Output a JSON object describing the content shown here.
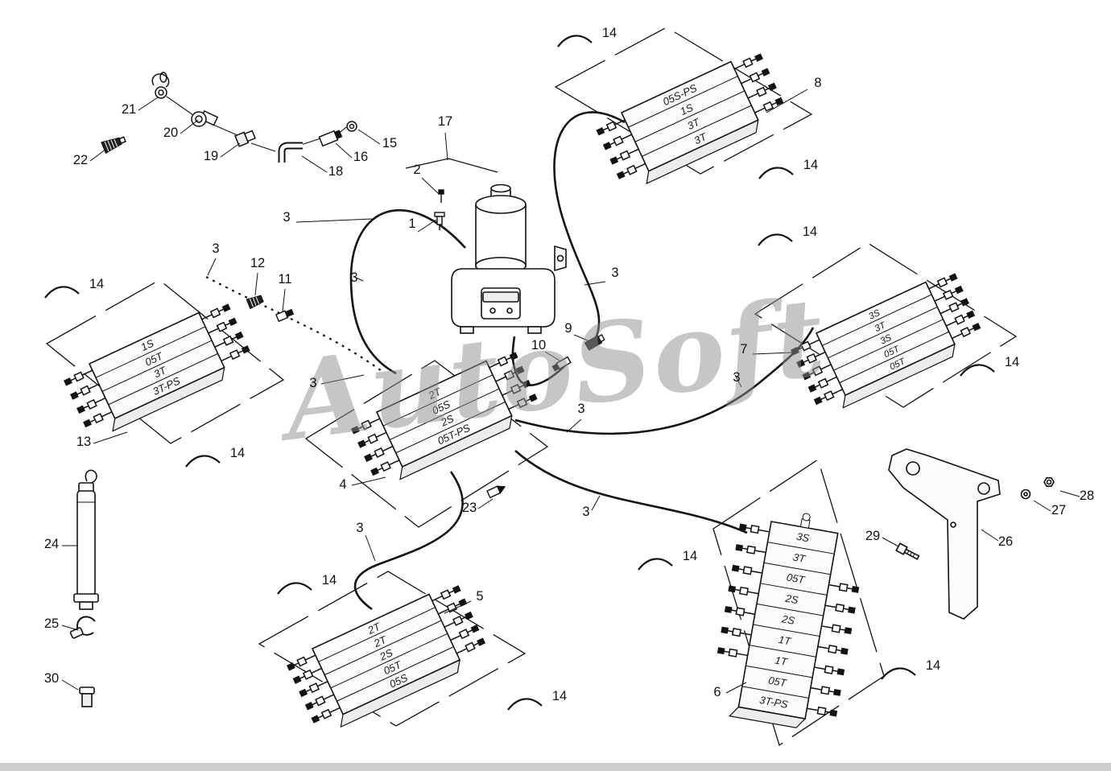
{
  "watermark": {
    "text": "AutoSoft",
    "color": "#8e8e8e"
  },
  "blocks": {
    "block8": {
      "labels": [
        "05S-PS",
        "1S",
        "3T",
        "3T"
      ]
    },
    "block7": {
      "labels": [
        "3S",
        "3T",
        "3S",
        "05T",
        "05T"
      ]
    },
    "block13": {
      "labels": [
        "1S",
        "05T",
        "3T",
        "3T-PS"
      ]
    },
    "block4": {
      "labels": [
        "2T",
        "05S",
        "2S",
        "05T-PS"
      ]
    },
    "block5": {
      "labels": [
        "2T",
        "2T",
        "2S",
        "05T",
        "05S"
      ]
    },
    "block6": {
      "labels": [
        "3S",
        "3T",
        "05T",
        "2S",
        "2S",
        "1T",
        "1T",
        "05T",
        "3T-PS"
      ]
    }
  },
  "callouts": [
    {
      "text": "14"
    },
    {
      "text": "8"
    },
    {
      "text": "14"
    },
    {
      "text": "21"
    },
    {
      "text": "20"
    },
    {
      "text": "19"
    },
    {
      "text": "18"
    },
    {
      "text": "16"
    },
    {
      "text": "15"
    },
    {
      "text": "22"
    },
    {
      "text": "17"
    },
    {
      "text": "2"
    },
    {
      "text": "1"
    },
    {
      "text": "3"
    },
    {
      "text": "3"
    },
    {
      "text": "14"
    },
    {
      "text": "12"
    },
    {
      "text": "11"
    },
    {
      "text": "3"
    },
    {
      "text": "3"
    },
    {
      "text": "14"
    },
    {
      "text": "9"
    },
    {
      "text": "10"
    },
    {
      "text": "7"
    },
    {
      "text": "3"
    },
    {
      "text": "3"
    },
    {
      "text": "3"
    },
    {
      "text": "14"
    },
    {
      "text": "13"
    },
    {
      "text": "14"
    },
    {
      "text": "4"
    },
    {
      "text": "23"
    },
    {
      "text": "3"
    },
    {
      "text": "28"
    },
    {
      "text": "27"
    },
    {
      "text": "26"
    },
    {
      "text": "29"
    },
    {
      "text": "24"
    },
    {
      "text": "3"
    },
    {
      "text": "14"
    },
    {
      "text": "14"
    },
    {
      "text": "5"
    },
    {
      "text": "25"
    },
    {
      "text": "6"
    },
    {
      "text": "14"
    },
    {
      "text": "30"
    },
    {
      "text": "14"
    }
  ]
}
